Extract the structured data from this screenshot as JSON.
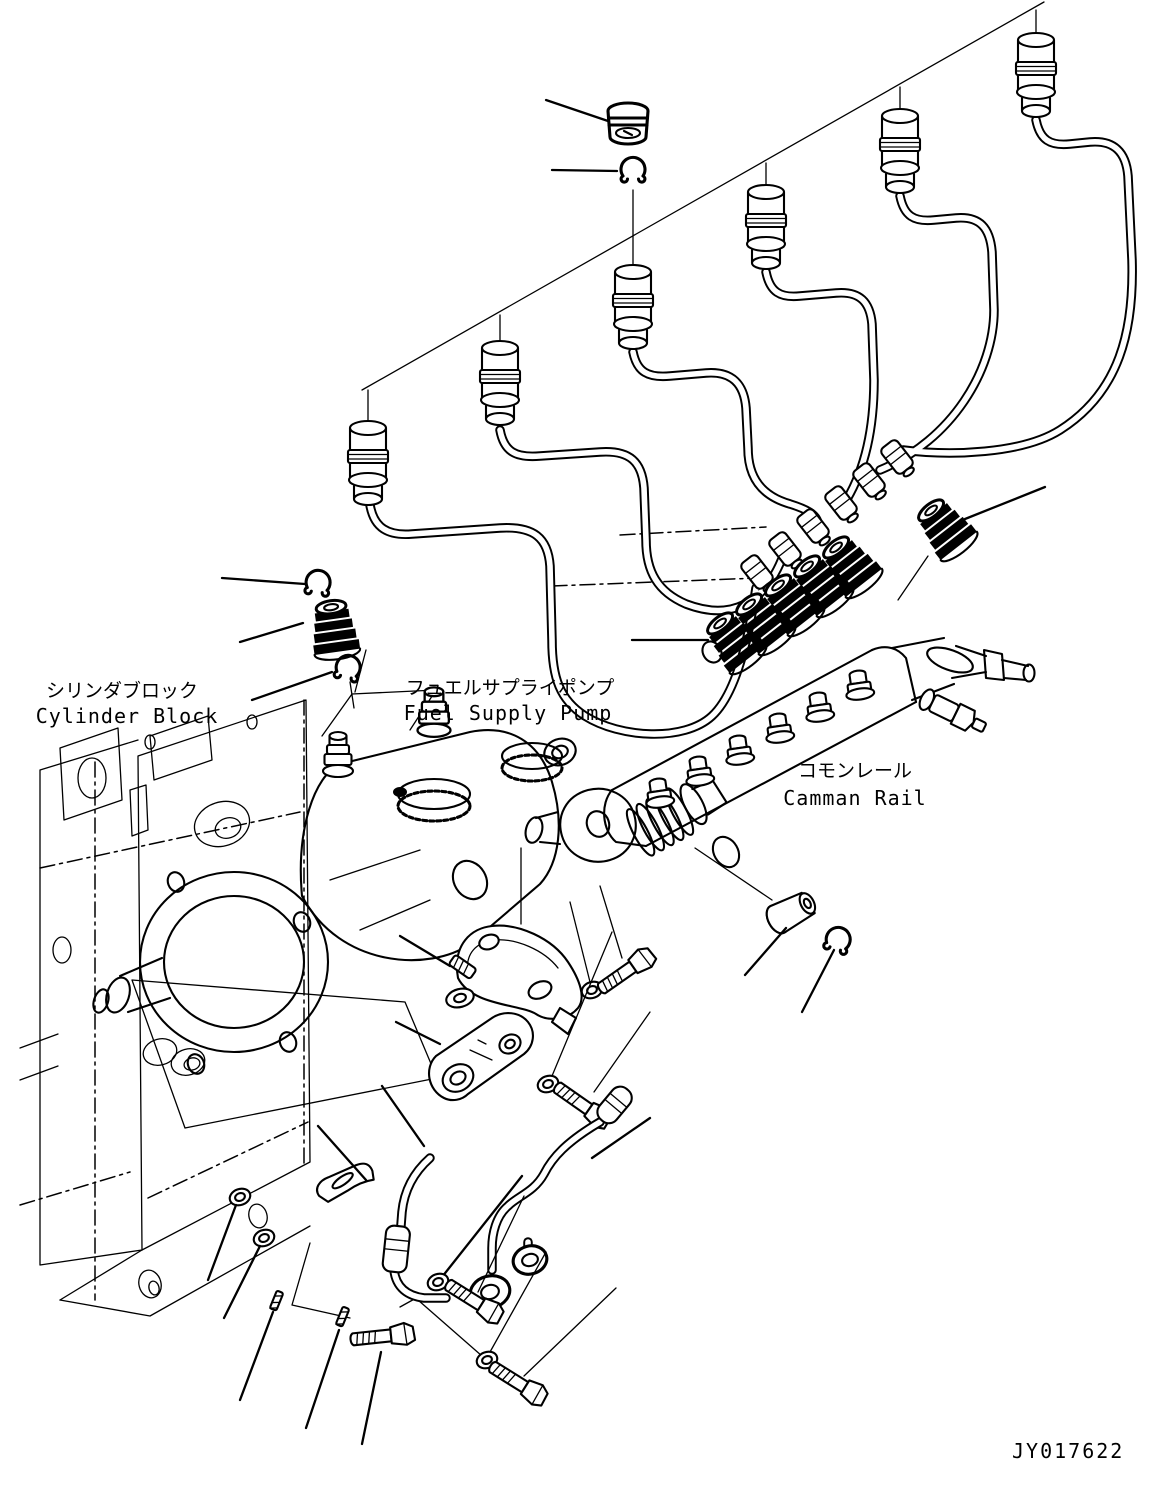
{
  "document": {
    "type": "parts-diagram",
    "background_color": "#ffffff",
    "line_color": "#000000"
  },
  "labels": {
    "cylinder_block": {
      "jp": "シリンダブロック",
      "en": "Cylinder Block"
    },
    "fuel_supply_pump": {
      "jp": "フュエルサプライポンプ",
      "en": "Fuel Supply Pump"
    },
    "common_rail": {
      "jp": "コモンレール",
      "en": "Camman Rail"
    }
  },
  "drawing_number": "JY017622"
}
